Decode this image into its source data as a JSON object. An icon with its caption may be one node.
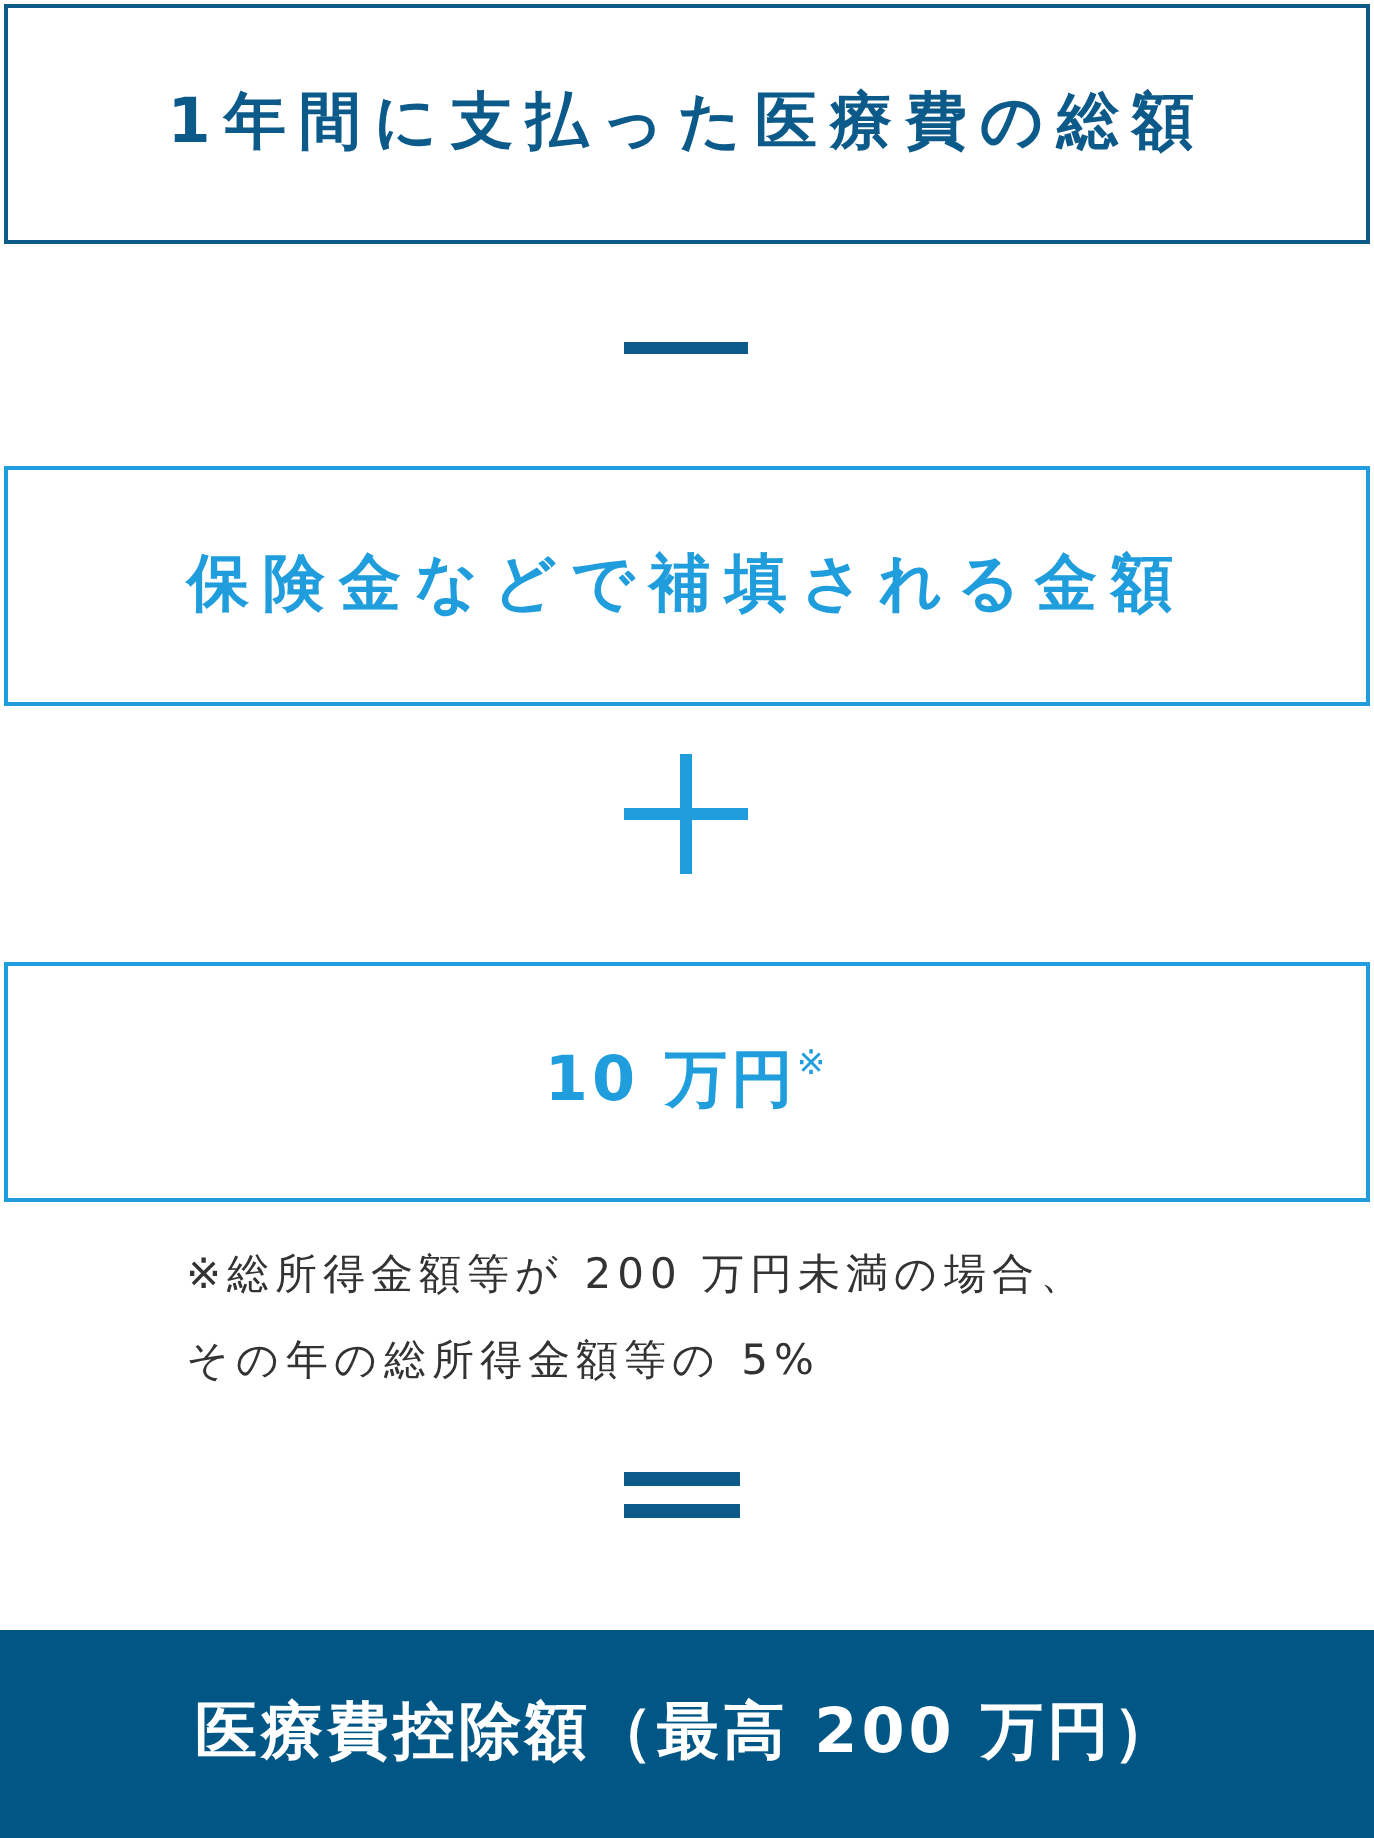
{
  "diagram": {
    "nodes": [
      {
        "text": [
          "1年間に支払った医療費の総額"
        ]
      },
      {
        "text": [
          "保険金などで補填される金額"
        ]
      },
      {
        "text": [
          "10 万円$^{※}$"
        ],
        "beside": [
          "※総所得金額等が 200 万円未満の場合、その年の総所得金額等の 5%"
        ]
      },
      {
        "text": [
          "医療費控除額（最高 200 万円）"
        ]
      }
    ]
  }
}
